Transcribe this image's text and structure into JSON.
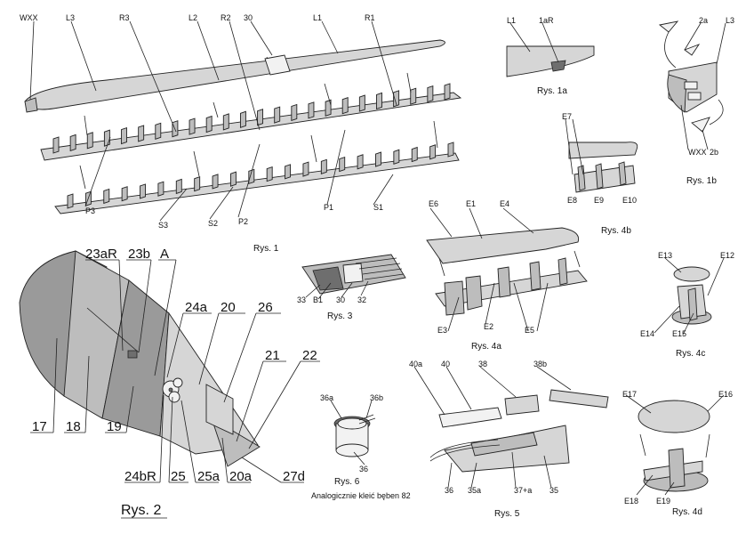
{
  "rys1": {
    "caption": "Rys. 1",
    "labels": [
      "WXX",
      "L3",
      "R3",
      "L2",
      "R2",
      "30",
      "L1",
      "R1",
      "P3",
      "S3",
      "S2",
      "P2",
      "P1",
      "S1"
    ]
  },
  "rys1a": {
    "caption": "Rys. 1a",
    "labels": [
      "L1",
      "1aR"
    ]
  },
  "rys1b": {
    "caption": "Rys. 1b",
    "labels": [
      "2a",
      "L3",
      "WXX",
      "2b"
    ]
  },
  "rys2": {
    "caption": "Rys. 2",
    "labels": [
      "23aR",
      "23b",
      "A",
      "24a",
      "20",
      "26",
      "21",
      "22",
      "17",
      "18",
      "19",
      "24bR",
      "25",
      "25a",
      "20a",
      "27d"
    ]
  },
  "rys3": {
    "caption": "Rys. 3",
    "labels": [
      "33",
      "B1",
      "30",
      "32"
    ]
  },
  "rys4a": {
    "caption": "Rys. 4a",
    "labels": [
      "E6",
      "E1",
      "E4",
      "E3",
      "E2",
      "E5"
    ]
  },
  "rys4b": {
    "caption": "Rys. 4b",
    "labels": [
      "E7",
      "E8",
      "E9",
      "E10"
    ]
  },
  "rys4c": {
    "caption": "Rys. 4c",
    "labels": [
      "E13",
      "E12",
      "E14",
      "E15"
    ]
  },
  "rys4d": {
    "caption": "Rys. 4d",
    "labels": [
      "E17",
      "E16",
      "E18",
      "E19"
    ]
  },
  "rys5": {
    "caption": "Rys. 5",
    "labels": [
      "40a",
      "40",
      "38",
      "38b",
      "36",
      "35a",
      "37+a",
      "35"
    ]
  },
  "rys6": {
    "caption": "Rys. 6",
    "labels": [
      "36a",
      "36b",
      "36"
    ],
    "note": "Analogicznie kleić bęben 82"
  }
}
